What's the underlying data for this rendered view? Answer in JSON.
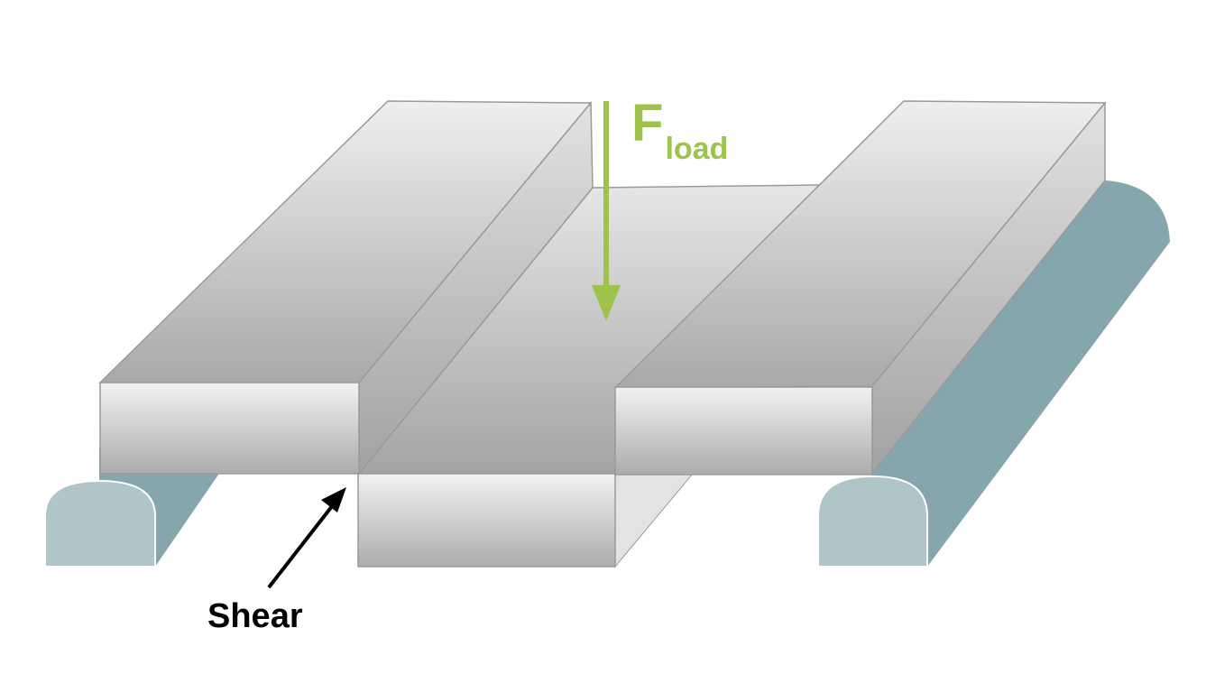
{
  "labels": {
    "force_main": "F",
    "force_sub": "load",
    "shear": "Shear"
  },
  "colors": {
    "force": "#9dc34a",
    "support_front": "#afc5ca",
    "support_side": "#85a6ac",
    "edge": "#9a9a9a",
    "annotation": "#000000"
  }
}
